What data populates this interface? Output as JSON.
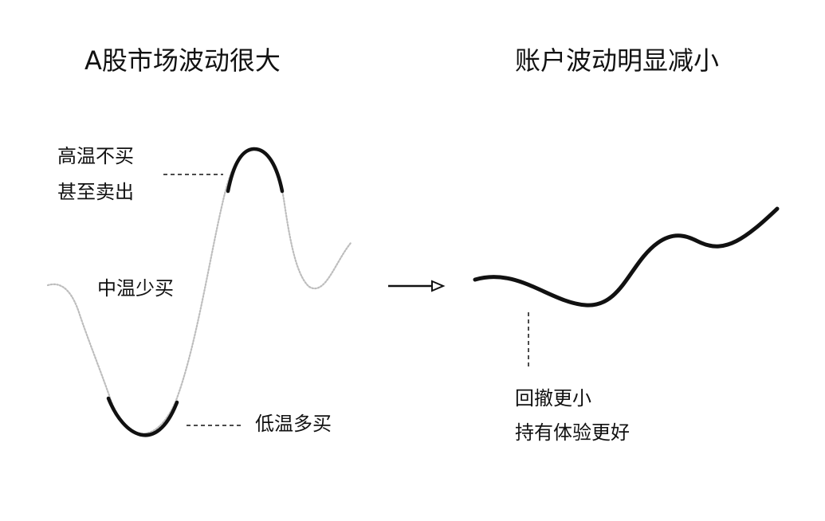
{
  "left_panel": {
    "title": "A股市场波动很大",
    "annotations": {
      "high_line1": "高温不买",
      "high_line2": "甚至卖出",
      "mid": "中温少买",
      "low": "低温多买"
    }
  },
  "right_panel": {
    "title": "账户波动明显减小",
    "annotation_line1": "回撤更小",
    "annotation_line2": "持有体验更好"
  },
  "colors": {
    "ink": "#111111",
    "light_curve": "#bdbdbd"
  }
}
